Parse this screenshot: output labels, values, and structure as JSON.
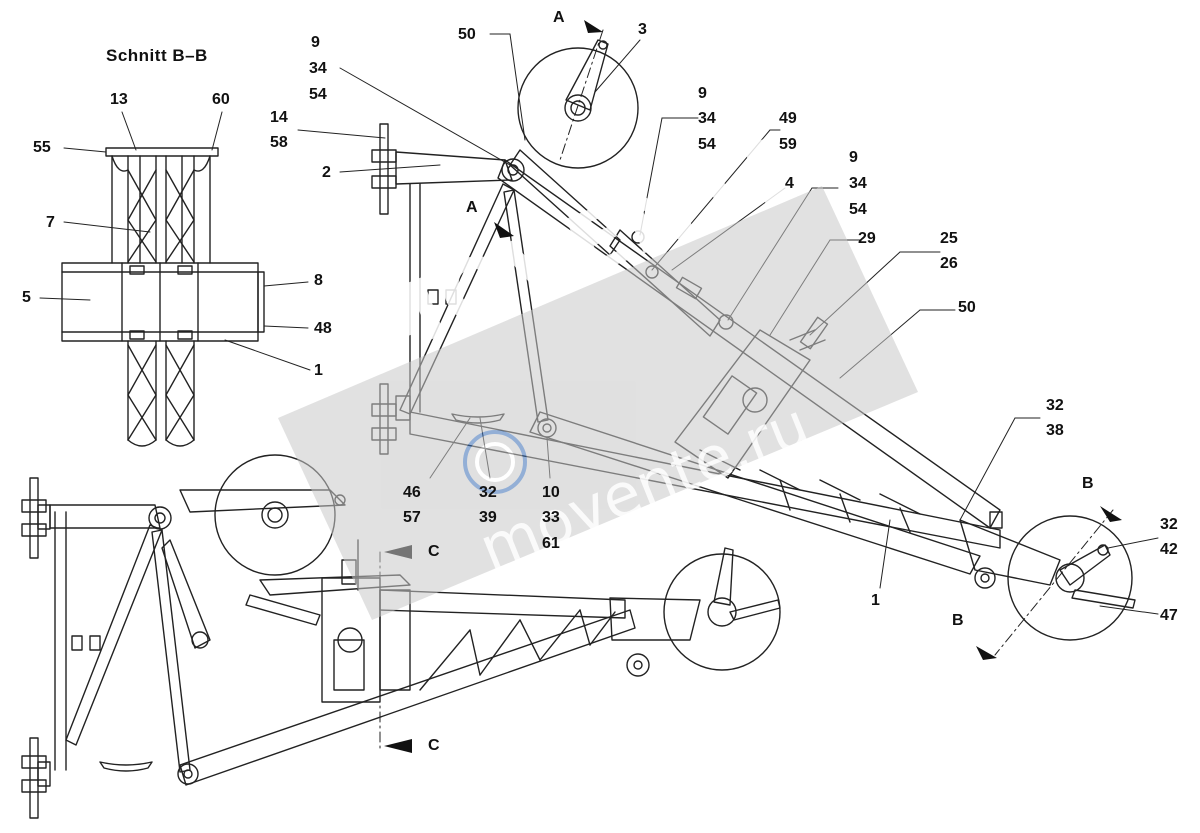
{
  "section_title": "Schnitt  B–B",
  "watermark": {
    "brand": "MOVENTE",
    "url": "movente.ru"
  },
  "section_markers": {
    "a": "A",
    "b": "B",
    "c": "C"
  },
  "detail_labels": {
    "l13": "13",
    "l60": "60",
    "l55": "55",
    "l7": "7",
    "l5": "5",
    "l8": "8",
    "l48": "48",
    "l1": "1"
  },
  "main_labels": {
    "g9a": [
      "9",
      "34",
      "54"
    ],
    "g14": [
      "14",
      "58"
    ],
    "l2": "2",
    "l50a": "50",
    "l3": "3",
    "g9b": [
      "9",
      "34",
      "54"
    ],
    "g49": [
      "49",
      "59"
    ],
    "l4": "4",
    "g9c": [
      "9",
      "34",
      "54"
    ],
    "l29": "29",
    "g25": [
      "25",
      "26"
    ],
    "l50b": "50",
    "g32a": [
      "32",
      "38"
    ],
    "g32b": [
      "32",
      "42"
    ],
    "l47": "47",
    "l1": "1",
    "g46": [
      "46",
      "57"
    ],
    "g32c": [
      "32",
      "39"
    ],
    "g10": [
      "10",
      "33",
      "61"
    ]
  },
  "colors": {
    "line": "#222222",
    "watermark_band": "#c8c8c8",
    "watermark_text": "#ffffff",
    "watermark_blue": "#3b6fb6"
  }
}
